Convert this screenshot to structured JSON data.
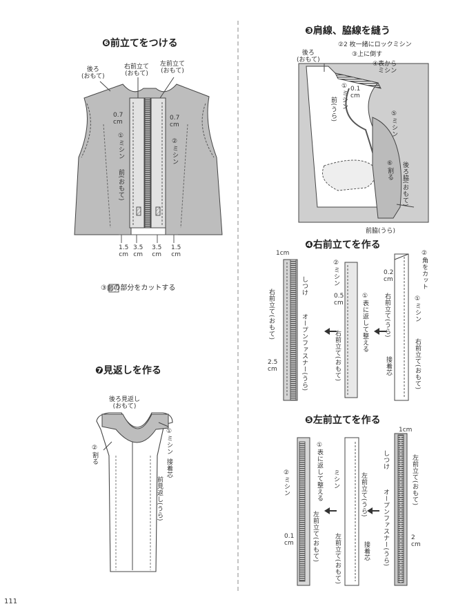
{
  "sections": {
    "s6": {
      "title": "❻前立てをつける",
      "labels": {
        "back": "後ろ\n(おもて)",
        "right_front": "右前立て\n(おもて)",
        "left_front": "左前立て\n(おもて)",
        "d07a": "0.7\ncm",
        "d07b": "0.7\ncm",
        "sew1": "①ミシン",
        "sew2": "②ミシン",
        "front": "前(おもて)",
        "m15a": "1.5\ncm",
        "m35a": "3.5\ncm",
        "m35b": "3.5\ncm",
        "m15b": "1.5\ncm"
      },
      "note": "③▨の部分をカットする"
    },
    "s7": {
      "title": "❼見返しを作る",
      "labels": {
        "back_facing": "後ろ見返し\n(おもて)",
        "sew": "①ミシン",
        "split": "②割る",
        "interfacing": "接着芯",
        "front_facing": "前見返し(うら)"
      }
    },
    "s3": {
      "title": "❸肩線、脇線を縫う",
      "labels": {
        "back": "後ろ\n(おもて)",
        "step2": "②2 枚一緒にロックミシン",
        "step3": "③上に倒す",
        "step4": "④表から\nミシン",
        "sew1": "①ミシン",
        "d01": "0.1\ncm",
        "front_ura": "前(うら)",
        "sew5": "⑤ミシン",
        "split6": "⑥割る",
        "back_side": "後ろ脇(おもて)",
        "front_side": "前脇(うら)"
      }
    },
    "s4": {
      "title": "❹右前立てを作る",
      "labels": {
        "c1": "1cm",
        "baste": "しつけ",
        "right_omote": "右前立て(おもて)",
        "zipper": "オープンファスナー(うら)",
        "c25": "2.5\ncm",
        "sew2": "②ミシン",
        "c05": "0.5\ncm",
        "flip": "①表に返して整える",
        "right_ura_mid": "右前立て(おもて)",
        "cut_corner": "②角をカット",
        "c02": "0.2\ncm",
        "right_ura": "右前立て(うら)",
        "sew1": "①ミシン",
        "right_omote2": "右前立て(おもて)",
        "interfacing": "接着芯"
      }
    },
    "s5": {
      "title": "❺左前立てを作る",
      "labels": {
        "sew2": "②ミシン",
        "flip": "①表に返して整える",
        "c01": "0.1\ncm",
        "left_omote": "左前立て(おもて)",
        "sewm": "ミシン",
        "left_ura": "左前立て(うら)",
        "left_omote2": "左前立て(おもて)",
        "interfacing": "接着芯",
        "c1": "1cm",
        "baste": "しつけ",
        "left_omote3": "左前立て(おもて)",
        "zipper": "オープンファスナー(うら)",
        "c2": "2\ncm"
      }
    }
  },
  "page_number": "111"
}
